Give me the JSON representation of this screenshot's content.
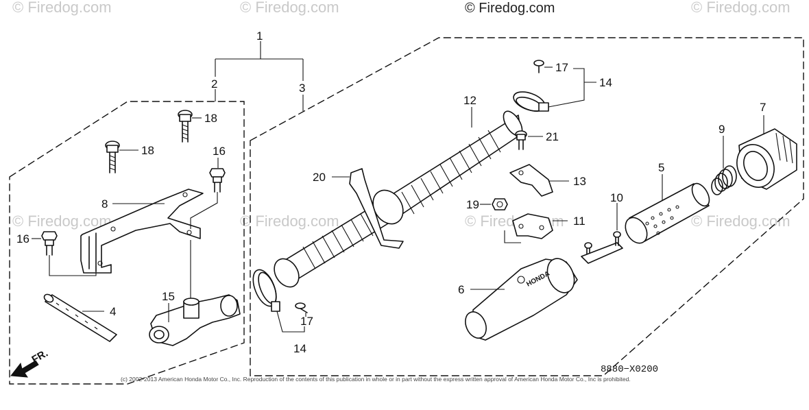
{
  "watermarks": {
    "top_left": "© Firedog.com",
    "top_mid": "© Firedog.com",
    "top_main": "© Firedog.com",
    "top_right": "© Firedog.com",
    "mid_left": "© Firedog.com",
    "mid_center": "© Firedog.com",
    "mid_right_a": "© Firedog.com",
    "mid_right_b": "© Firedog.com"
  },
  "labels": {
    "p1": "1",
    "p2": "2",
    "p3": "3",
    "p4": "4",
    "p5": "5",
    "p6": "6",
    "p7": "7",
    "p8": "8",
    "p9": "9",
    "p10": "10",
    "p11": "11",
    "p12": "12",
    "p13": "13",
    "p14a": "14",
    "p14b": "14",
    "p15": "15",
    "p16a": "16",
    "p16b": "16",
    "p17a": "17",
    "p17b": "17",
    "p18a": "18",
    "p18b": "18",
    "p19": "19",
    "p20": "20",
    "p21": "21"
  },
  "drawing_code": "8880−X0200",
  "brand_mark": "HONDA",
  "direction": "FR.",
  "copyright": "(c) 2002-2013 American Honda Motor Co., Inc. Reproduction of the contents of this publication in whole or in part without the express written approval of American Honda Motor Co., Inc is prohibited."
}
